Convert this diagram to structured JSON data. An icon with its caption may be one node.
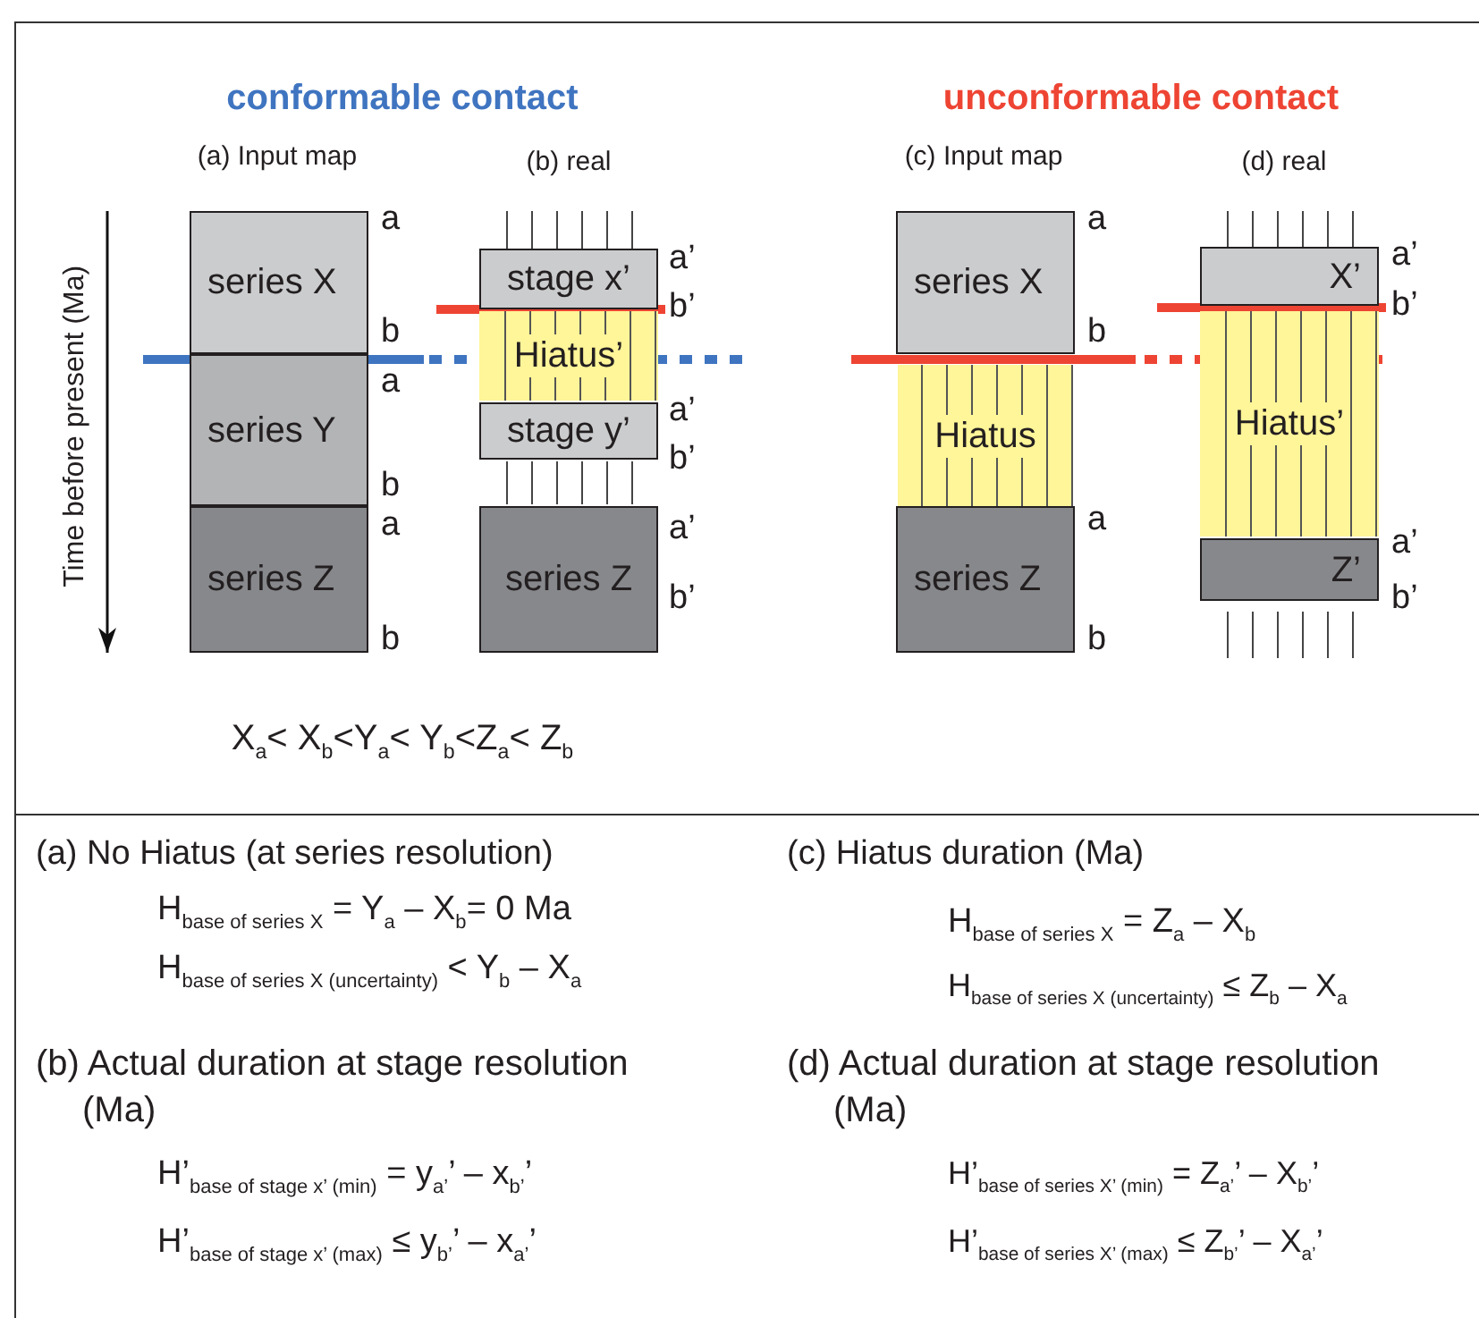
{
  "diagram": {
    "nodes": [
      {
        "text": [
          "series X"
        ],
        "beside": [
          "a",
          "b"
        ]
      },
      {
        "text": [
          "series Y"
        ],
        "beside": [
          "a",
          "b"
        ]
      },
      {
        "text": [
          "series Z"
        ],
        "beside": [
          "a",
          "b"
        ]
      },
      {
        "text": [
          "stage x’"
        ],
        "beside": [
          "a’",
          "b’"
        ]
      },
      {
        "text": [
          "Hiatus’"
        ]
      },
      {
        "text": [
          "stage y’"
        ],
        "beside": [
          "a’",
          "b’"
        ]
      },
      {
        "text": [
          "series Z"
        ],
        "beside": [
          "a’",
          "b’"
        ]
      },
      {
        "text": [
          "series X"
        ],
        "beside": [
          "a",
          "b"
        ]
      },
      {
        "text": [
          "Hiatus"
        ]
      },
      {
        "text": [
          "series Z"
        ],
        "beside": [
          "a",
          "b"
        ]
      },
      {
        "text": [
          "X’"
        ],
        "beside": [
          "a’",
          "b’"
        ]
      },
      {
        "text": [
          "Hiatus’"
        ]
      },
      {
        "text": [
          "Z’"
        ],
        "beside": [
          "a’",
          "b’"
        ]
      }
    ],
    "labels": [
      "conformable contact",
      "unconformable contact",
      "(a) Input map",
      "(b) real",
      "(c) Input map",
      "(d) real",
      "Time before present (Ma)",
      "X$_{a}$< X$_{b}$<Y$_{a}$< Y$_{b}$<Z$_{a}$< Z$_{b}$",
      "(a) No Hiatus (at series resolution)",
      "H$_{base of series X}$ = Y$_{a}$ – X$_{b}$= 0 Ma",
      "H$_{base of series X (uncertainty)}$ < Y$_{b}$ – X$_{a}$",
      "(c) Hiatus duration (Ma)",
      "H$_{base of series X}$ = Z$_{a}$ – X$_{b}$",
      "H$_{base of series X (uncertainty)}$ ≤ Z$_{b}$ – X$_{a}$",
      "(b) Actual duration at stage resolution (Ma)",
      "H’$_{base of stage x’ (min)}$ = y$_{a’}$’ – x$_{b’}$’",
      "H’$_{base of stage x’ (max)}$ ≤ y$_{b’}$’ – x$_{a’}$’",
      "(d) Actual duration at stage resolution (Ma)",
      "H’$_{base of series X’ (min)}$ = Z$_{a’}$’ – X$_{b’}$’",
      "H’$_{base of series X’ (max)}$ ≤ Z$_{b’}$’ – X$_{a’}$’"
    ]
  }
}
